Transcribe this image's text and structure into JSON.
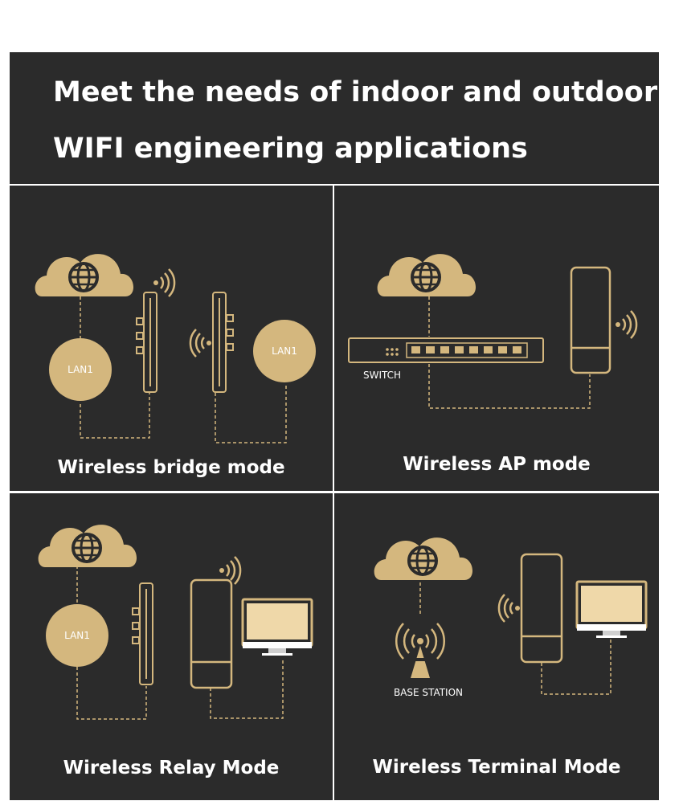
{
  "header": {
    "line1": "Meet the needs of indoor and outdoor",
    "line2": "WIFI engineering applications"
  },
  "panels": [
    {
      "caption": "Wireless bridge mode",
      "labels": {
        "lan_left": "LAN1",
        "lan_right": "LAN1"
      }
    },
    {
      "caption": "Wireless AP mode",
      "labels": {
        "switch": "SWITCH"
      }
    },
    {
      "caption": "Wireless Relay Mode",
      "labels": {
        "lan": "LAN1"
      }
    },
    {
      "caption": "Wireless Terminal Mode",
      "labels": {
        "base_station": "BASE STATION"
      }
    }
  ],
  "colors": {
    "background": "#2b2b2b",
    "accent": "#d4b77e",
    "text": "#ffffff",
    "page": "#ffffff"
  },
  "icons": [
    "cloud-globe-icon",
    "lan-circle-icon",
    "cpe-panel-icon",
    "wifi-signal-icon",
    "switch-icon",
    "router-icon",
    "monitor-icon",
    "base-station-icon"
  ]
}
